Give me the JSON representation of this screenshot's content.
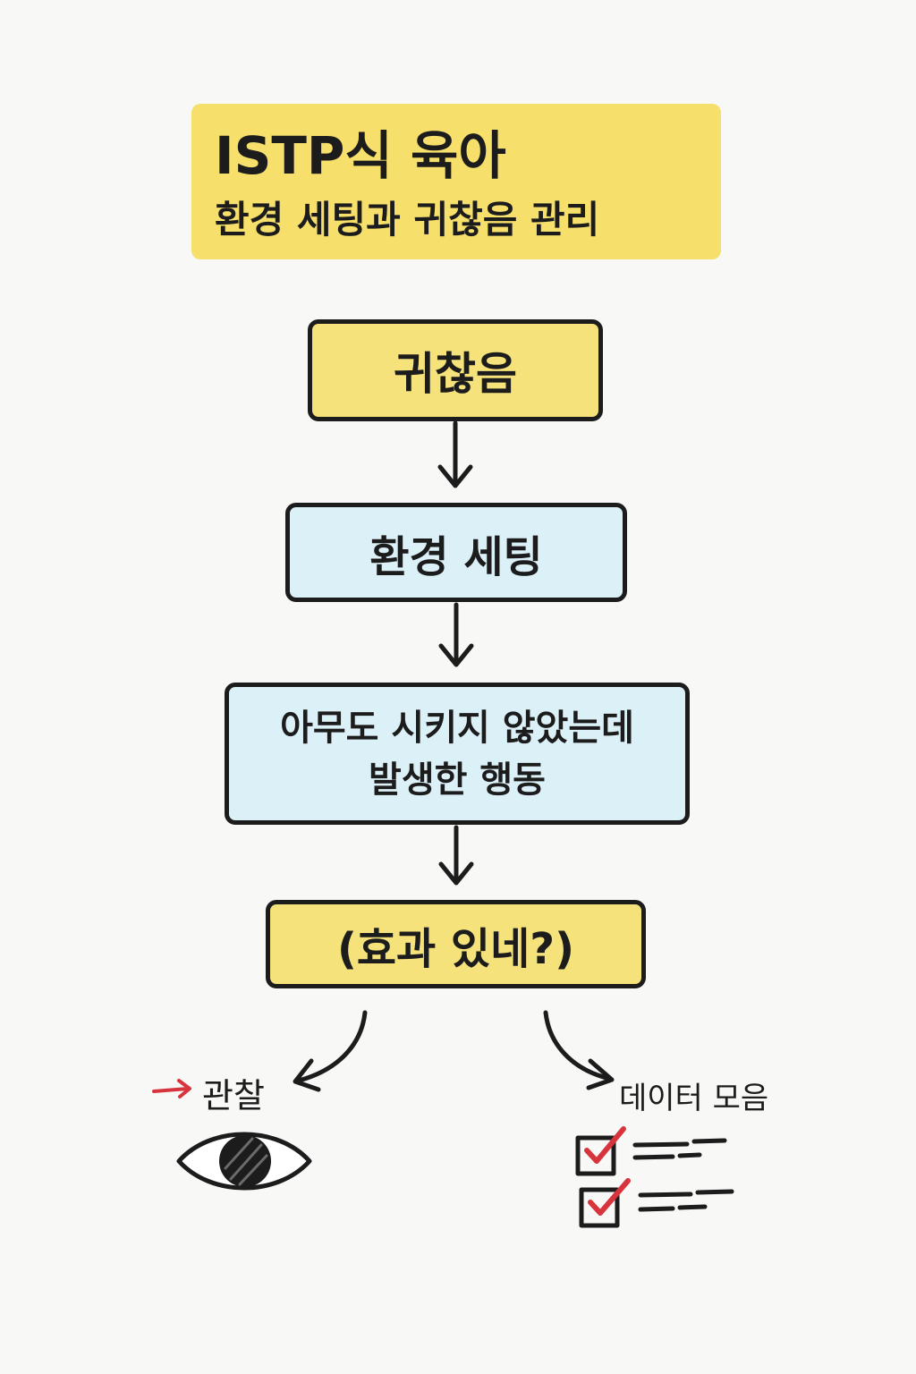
{
  "title": {
    "line1": "ISTP식 육아",
    "line2": "환경 세팅과 귀찮음 관리"
  },
  "flow": {
    "step1": "귀찮음",
    "step2": "환경 세팅",
    "step3_line1": "아무도 시키지 않았는데",
    "step3_line2": "발생한 행동",
    "step4": "(효과 있네?)"
  },
  "branches": {
    "left_label": "관찰",
    "right_label": "데이터 모음"
  },
  "icons": {
    "left": "eye-icon",
    "right": "checklist-icon",
    "small_arrow": "red-arrow-icon"
  },
  "colors": {
    "title_bg": "#f6df6b",
    "yellow_box": "#f6e27a",
    "blue_box": "#dcf0f8",
    "outline": "#1c1c1c",
    "accent_red": "#d8343e"
  }
}
